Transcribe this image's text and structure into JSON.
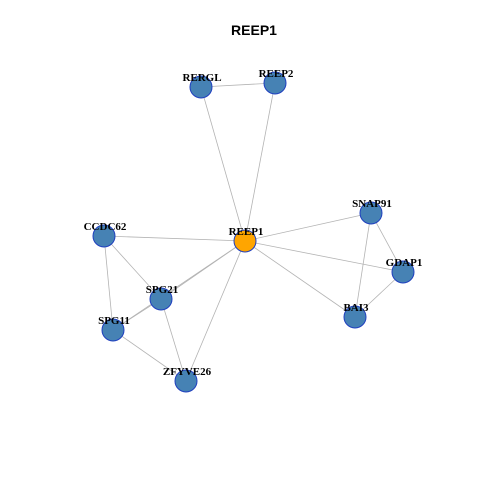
{
  "title": "REEP1",
  "colors": {
    "center_fill": "#ffa500",
    "node_fill": "#4682b4",
    "node_stroke": "#1f3fbf",
    "edge": "#b3b3b3"
  },
  "nodes": [
    {
      "id": "REEP1",
      "label": "REEP1",
      "center": true
    },
    {
      "id": "RERGL",
      "label": "RERGL"
    },
    {
      "id": "REEP2",
      "label": "REEP2"
    },
    {
      "id": "SNAP91",
      "label": "SNAP91"
    },
    {
      "id": "CCDC62",
      "label": "CCDC62"
    },
    {
      "id": "GDAP1",
      "label": "GDAP1"
    },
    {
      "id": "SPG21",
      "label": "SPG21"
    },
    {
      "id": "BAI3",
      "label": "BAI3"
    },
    {
      "id": "SPG11",
      "label": "SPG11"
    },
    {
      "id": "ZFYVE26",
      "label": "ZFYVE26"
    }
  ],
  "edges": [
    [
      "RERGL",
      "REEP2"
    ],
    [
      "RERGL",
      "REEP1"
    ],
    [
      "REEP2",
      "REEP1"
    ],
    [
      "REEP1",
      "SNAP91"
    ],
    [
      "REEP1",
      "GDAP1"
    ],
    [
      "REEP1",
      "BAI3"
    ],
    [
      "REEP1",
      "CCDC62"
    ],
    [
      "REEP1",
      "SPG21"
    ],
    [
      "REEP1",
      "SPG11"
    ],
    [
      "REEP1",
      "ZFYVE26"
    ],
    [
      "SNAP91",
      "GDAP1"
    ],
    [
      "SNAP91",
      "BAI3"
    ],
    [
      "GDAP1",
      "BAI3"
    ],
    [
      "CCDC62",
      "SPG21"
    ],
    [
      "CCDC62",
      "SPG11"
    ],
    [
      "SPG21",
      "SPG11"
    ],
    [
      "SPG21",
      "ZFYVE26"
    ],
    [
      "SPG11",
      "ZFYVE26"
    ]
  ]
}
